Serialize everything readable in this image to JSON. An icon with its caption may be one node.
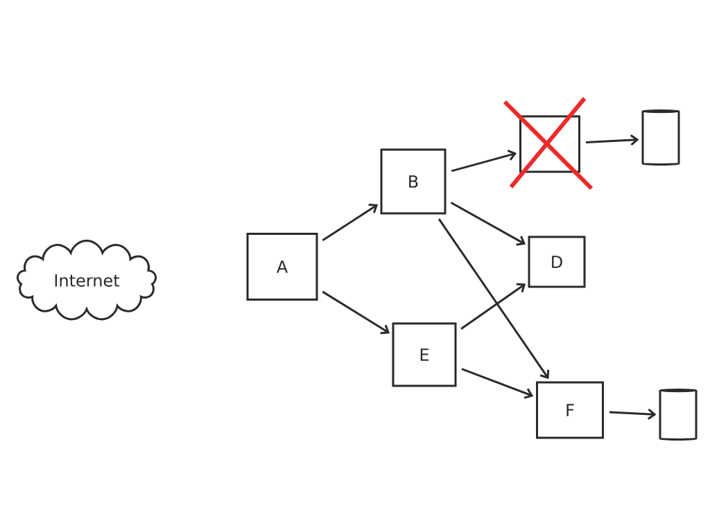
{
  "diagram": {
    "nodes": [
      {
        "text": [
          "Internet"
        ]
      },
      {
        "text": [
          "A"
        ]
      },
      {
        "text": [
          "B"
        ]
      },
      {
        "text": [],
        "shape": "box"
      },
      {
        "text": [],
        "shape": "cylinder"
      },
      {
        "text": [
          "D"
        ]
      },
      {
        "text": [
          "E"
        ]
      },
      {
        "text": [
          "F"
        ]
      },
      {
        "text": [],
        "shape": "cylinder"
      }
    ],
    "edges": [
      {
        "from": 1,
        "to": 2,
        "arrow": "to"
      },
      {
        "from": 1,
        "to": 6,
        "arrow": "to"
      },
      {
        "from": 2,
        "to": 3,
        "arrow": "to"
      },
      {
        "from": 2,
        "to": 5,
        "arrow": "to"
      },
      {
        "from": 2,
        "to": 7,
        "arrow": "to"
      },
      {
        "from": 3,
        "to": 4,
        "arrow": "to"
      },
      {
        "from": 6,
        "to": 5,
        "arrow": "to"
      },
      {
        "from": 6,
        "to": 7,
        "arrow": "to"
      },
      {
        "from": 7,
        "to": 8,
        "arrow": "to"
      }
    ]
  }
}
